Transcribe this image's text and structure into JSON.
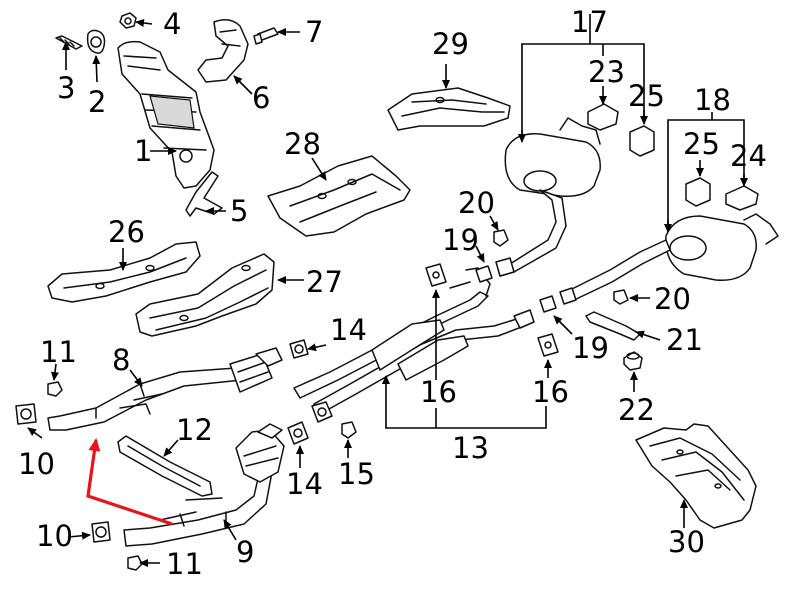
{
  "callouts": [
    {
      "id": "c1",
      "text": "1"
    },
    {
      "id": "c2",
      "text": "2"
    },
    {
      "id": "c3",
      "text": "3"
    },
    {
      "id": "c4",
      "text": "4"
    },
    {
      "id": "c5",
      "text": "5"
    },
    {
      "id": "c6",
      "text": "6"
    },
    {
      "id": "c7",
      "text": "7"
    },
    {
      "id": "c8",
      "text": "8"
    },
    {
      "id": "c9",
      "text": "9"
    },
    {
      "id": "c10a",
      "text": "10"
    },
    {
      "id": "c10b",
      "text": "10"
    },
    {
      "id": "c11a",
      "text": "11"
    },
    {
      "id": "c11b",
      "text": "11"
    },
    {
      "id": "c12",
      "text": "12"
    },
    {
      "id": "c13",
      "text": "13"
    },
    {
      "id": "c14a",
      "text": "14"
    },
    {
      "id": "c14b",
      "text": "14"
    },
    {
      "id": "c15",
      "text": "15"
    },
    {
      "id": "c16a",
      "text": "16"
    },
    {
      "id": "c16b",
      "text": "16"
    },
    {
      "id": "c17",
      "text": "17"
    },
    {
      "id": "c18",
      "text": "18"
    },
    {
      "id": "c19a",
      "text": "19"
    },
    {
      "id": "c19b",
      "text": "19"
    },
    {
      "id": "c20a",
      "text": "20"
    },
    {
      "id": "c20b",
      "text": "20"
    },
    {
      "id": "c21",
      "text": "21"
    },
    {
      "id": "c22",
      "text": "22"
    },
    {
      "id": "c23",
      "text": "23"
    },
    {
      "id": "c24",
      "text": "24"
    },
    {
      "id": "c25a",
      "text": "25"
    },
    {
      "id": "c25b",
      "text": "25"
    },
    {
      "id": "c26",
      "text": "26"
    },
    {
      "id": "c27",
      "text": "27"
    },
    {
      "id": "c28",
      "text": "28"
    },
    {
      "id": "c29",
      "text": "29"
    },
    {
      "id": "c30",
      "text": "30"
    }
  ],
  "highlight_color": "#e8141c",
  "line_color": "#000000"
}
